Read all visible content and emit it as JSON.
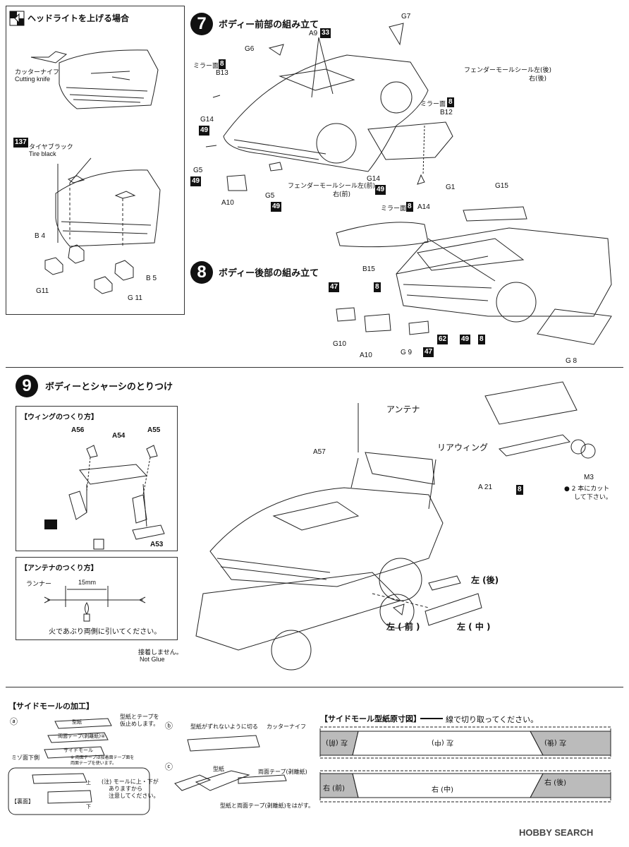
{
  "headlight": {
    "title": "ヘッドライトを上げる場合",
    "cutter_jp": "カッターナイフ",
    "cutter_en": "Cutting knife",
    "tire_badge": "137",
    "tire_jp": "タイヤブラック",
    "tire_en": "Tire black",
    "b4": "B 4",
    "b5": "B 5",
    "g11a": "G11",
    "g11b": "G 11"
  },
  "step7": {
    "num": "7",
    "title": "ボディー前部の組み立て",
    "labels": {
      "g7": "G7",
      "a9": "A9",
      "a9_badge": "33",
      "g6": "G6",
      "mirror1": "ミラー面",
      "mirror1_badge": "8",
      "b13": "B13",
      "fender_rear": "フェンダーモールシール左(後)",
      "fender_rear_r": "右(後)",
      "mirror2": "ミラー面",
      "mirror2_badge": "8",
      "b12": "B12",
      "g14a": "G14",
      "g14a_badge": "49",
      "g5a": "G5",
      "g5a_badge": "49",
      "a10": "A10",
      "g5b": "G5",
      "g5b_badge": "49",
      "fender_front": "フェンダーモールシール左(前)",
      "fender_front_r": "右(前)",
      "g14b": "G14",
      "g14b_badge": "49",
      "g1": "G1",
      "mirror3": "ミラー面",
      "mirror3_badge": "8",
      "a14": "A14"
    }
  },
  "step8": {
    "num": "8",
    "title": "ボディー後部の組み立て",
    "labels": {
      "g15": "G15",
      "b15": "B15",
      "badge47a": "47",
      "badge8a": "8",
      "g10": "G10",
      "a10": "A10",
      "g9": "G 9",
      "badge47b": "47",
      "badge62": "62",
      "badge49": "49",
      "badge8b": "8",
      "g8": "G 8"
    }
  },
  "step9": {
    "num": "9",
    "title": "ボディーとシャーシのとりつけ",
    "wing_box": {
      "title": "【ウィングのつくり方】",
      "a56": "A56",
      "a54": "A54",
      "a55": "A55",
      "a53": "A53"
    },
    "antenna_box": {
      "title": "【アンテナのつくり方】",
      "runner": "ランナー",
      "dim": "15mm",
      "instr": "火であぶり両側に引いてください。"
    },
    "labels": {
      "antenna": "アンテナ",
      "a57": "A57",
      "rear_wing": "リアウィング",
      "a21": "A 21",
      "badge8": "8",
      "m3": "M3",
      "m3_note1": "● 2 本にカット",
      "m3_note2": "して下さい。",
      "left_rear": "左 (後)",
      "left_front": "左 ( 前 )",
      "left_mid": "左 ( 中 )",
      "no_glue_jp": "接着しません。",
      "no_glue_en": "Not Glue"
    }
  },
  "side_mold": {
    "title": "【サイドモールの加工】",
    "a": "ⓐ",
    "b": "ⓑ",
    "c": "ⓒ",
    "a_note1": "型紙とテープを",
    "a_note2": "仮止めします。",
    "tape_paper": "型紙",
    "double_tape": "両面テープ(剥離紙)④",
    "side_mold": "サイドモール",
    "groove": "ミゾ面下側",
    "tape_note1": "※ 両面テープは接着面テープ面を",
    "tape_note2": "両面テープを使います。",
    "back": "【裏面】",
    "up": "上",
    "down": "下",
    "note1": "(注)  モールに上・下が",
    "note2": "ありますから",
    "note3": "注意してください。",
    "b_note": "型紙がずれないように切る",
    "b_cutter": "カッターナイフ",
    "c_paper": "型紙",
    "c_tape": "両面テープ(剥離紙)",
    "c_note": "型紙と両面テープ(剥離紙)をはがす。"
  },
  "template": {
    "title": "【サイドモール型紙原寸図】",
    "cut_note": "線で切り取ってください。",
    "top_left": "左 (前)",
    "top_mid": "左 (中)",
    "top_right": "左 (後)",
    "bot_left": "右 (前)",
    "bot_mid": "右 (中)",
    "bot_right": "右 (後)"
  },
  "watermark": "HOBBY SEARCH"
}
